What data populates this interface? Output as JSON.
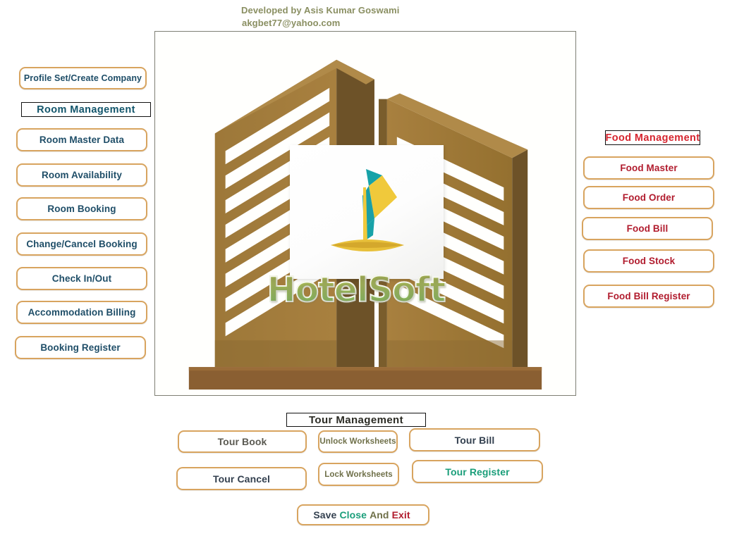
{
  "credit": {
    "developer": "Developed by Asis Kumar Goswami",
    "email": "akgbet77@yahoo.com"
  },
  "branding": {
    "wordmark": "HotelSoft",
    "logo_icon": "sailboat-logo",
    "illustration": "hotel-building-illustration"
  },
  "left_panel": {
    "profile_button": "Profile  Set/Create Company",
    "section_header": "Room   Management",
    "buttons": [
      {
        "label": "Room Master Data"
      },
      {
        "label": "Room Availability"
      },
      {
        "label": "Room Booking"
      },
      {
        "label": "Change/Cancel Booking"
      },
      {
        "label": "Check In/Out"
      },
      {
        "label": "Accommodation Billing"
      },
      {
        "label": "Booking Register"
      }
    ]
  },
  "right_panel": {
    "section_header": "Food Management",
    "buttons": [
      {
        "label": "Food Master"
      },
      {
        "label": "Food Order"
      },
      {
        "label": "Food Bill"
      },
      {
        "label": "Food Stock"
      },
      {
        "label": "Food Bill Register"
      }
    ]
  },
  "bottom_panel": {
    "section_header": "Tour   Management",
    "tour_book": "Tour Book",
    "unlock_worksheets": "Unlock Worksheets",
    "tour_bill": "Tour Bill",
    "tour_cancel": "Tour  Cancel",
    "lock_worksheets": "Lock Worksheets",
    "tour_register": "Tour Register",
    "save_close_exit": {
      "save": "Save",
      "close": "Close",
      "and": "And",
      "exit": "Exit"
    }
  },
  "colors": {
    "button_border": "#d8a45f",
    "room_text": "#1f4e68",
    "food_text": "#b11c2e",
    "tour_olive": "#6f7049",
    "tour_slate": "#33404f",
    "tour_teal": "#1a9e7a",
    "credit_text": "#8a8f62",
    "building_light": "#a8803f",
    "building_mid": "#8d6b33",
    "building_dark": "#6d5228",
    "sail_teal": "#17a2a8",
    "sail_yellow": "#f0c93b",
    "wordmark_green": "#8cc05a"
  }
}
